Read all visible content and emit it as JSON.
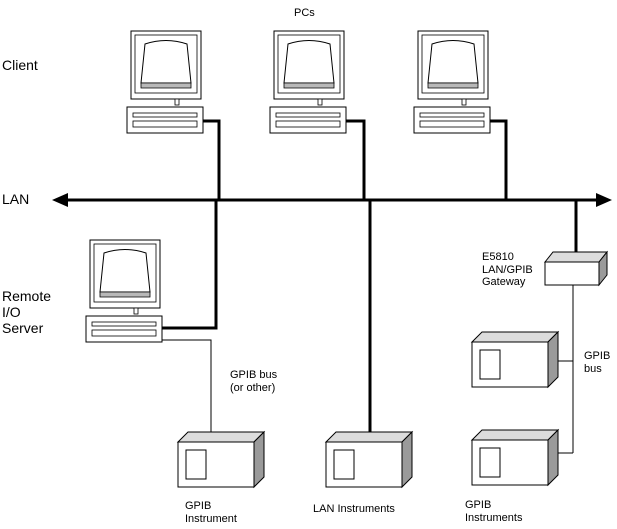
{
  "labels": {
    "pcs": "PCs",
    "client": "Client",
    "lan": "LAN",
    "remote_io_server": [
      "Remote",
      "I/O",
      "Server"
    ],
    "gateway": [
      "E5810",
      "LAN/GPIB",
      "Gateway"
    ],
    "gpib_bus_other": [
      "GPIB bus",
      "(or other)"
    ],
    "gpib_bus": [
      "GPIB",
      "bus"
    ],
    "gpib_instrument": [
      "GPIB",
      "Instrument"
    ],
    "lan_instruments": "LAN Instruments",
    "gpib_instruments": [
      "GPIB",
      "Instruments"
    ]
  },
  "colors": {
    "line": "#000000",
    "box_front": "#ffffff",
    "box_top": "#dcdcdc",
    "box_side": "#9a9a9a",
    "screen": "#ffffff",
    "bezel": "#b8b8b8"
  }
}
